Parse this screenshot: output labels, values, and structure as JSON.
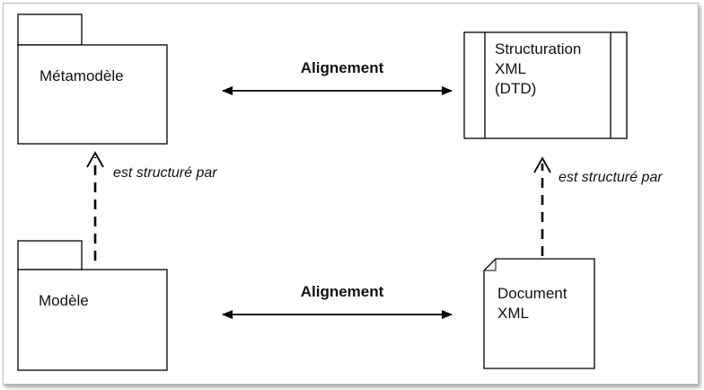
{
  "metamodel": {
    "label": "Métamodèle"
  },
  "model": {
    "label": "Modèle"
  },
  "structuration": {
    "line1": "Structuration",
    "line2": "XML",
    "line3": "(DTD)"
  },
  "document": {
    "line1": "Document",
    "line2": "XML"
  },
  "alignment_top": {
    "label": "Alignement"
  },
  "alignment_bottom": {
    "label": "Alignement"
  },
  "structured_left": {
    "label": "est structuré par"
  },
  "structured_right": {
    "label": "est structuré par"
  }
}
